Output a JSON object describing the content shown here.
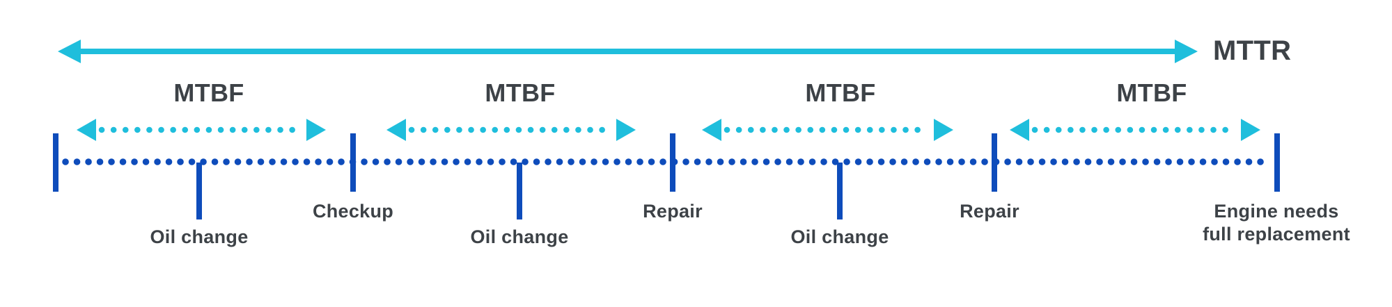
{
  "colors": {
    "cyan": "#1FBEDC",
    "blue": "#0E4CBB",
    "text": "#3D4247",
    "background": "#FFFFFF"
  },
  "mttr": {
    "label": "MTTR"
  },
  "mtbf": {
    "segments": [
      {
        "label": "MTBF"
      },
      {
        "label": "MTBF"
      },
      {
        "label": "MTBF"
      },
      {
        "label": "MTBF"
      }
    ]
  },
  "timeline": {
    "events": [
      {
        "label": "Oil change"
      },
      {
        "label": "Checkup"
      },
      {
        "label": "Oil change"
      },
      {
        "label": "Repair"
      },
      {
        "label": "Oil change"
      },
      {
        "label": "Repair"
      },
      {
        "label": "Engine needs",
        "label_line2": "full replacement"
      }
    ]
  }
}
